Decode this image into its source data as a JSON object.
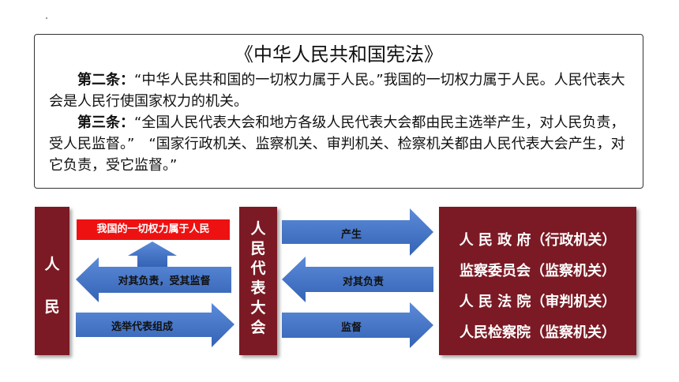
{
  "law": {
    "title": "《中华人民共和国宪法》",
    "article2_label": "第二条：",
    "article2_text": "“中华人民共和国的一切权力属于人民。”我国的一切权力属于人民。人民代表大会是人民行使国家权力的机关。",
    "article3_label": "第三条：",
    "article3_text": "“全国人民代表大会和地方各级人民代表大会都由民主选举产生，对人民负责，受人民监督。”　“国家行政机关、监察机关、审判机关、检察机关都由人民代表大会产生，对它负责，受它监督。”"
  },
  "diagram": {
    "people_char1": "人",
    "people_char2": "民",
    "npc_label": "人民代表大会",
    "power_label": "我国的一切权力属于人民",
    "left_arrows": {
      "responsible": "对其负责，受其监督",
      "elect": "选举代表组成"
    },
    "right_arrows": {
      "produce": "产生",
      "responsible": "对其负责",
      "supervise": "监督"
    },
    "organs": [
      "人 民 政 府（行政机关）",
      "监察委员会（监察机关）",
      "人 民 法 院（审判机关）",
      "人民检察院（监察机关）"
    ]
  },
  "colors": {
    "block": "#7b1a24",
    "arrow": "#4472c4",
    "highlight": "#ee1111"
  }
}
